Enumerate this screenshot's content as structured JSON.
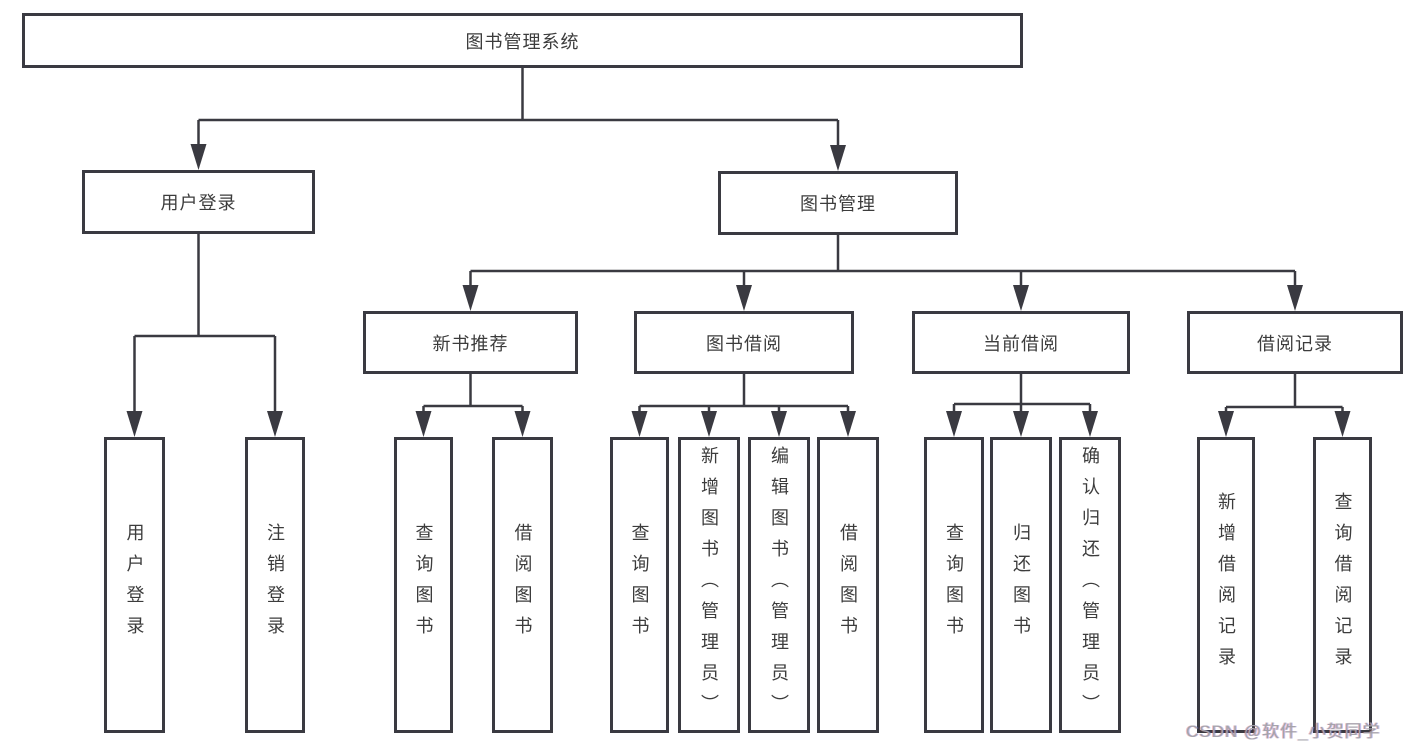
{
  "diagram": {
    "title": "图书管理系统",
    "watermark": "CSDN @软件_小贺同学",
    "colors": {
      "line": "#3a3a41",
      "text": "#3c3c3c",
      "background": "#ffffff",
      "watermark": "#a4a4ab"
    },
    "nodes": [
      {
        "id": "root",
        "label": "图书管理系统",
        "level": 1,
        "parent": null
      },
      {
        "id": "user-login",
        "label": "用户登录",
        "level": 2,
        "parent": "root"
      },
      {
        "id": "book-management",
        "label": "图书管理",
        "level": 2,
        "parent": "root"
      },
      {
        "id": "new-book-recommend",
        "label": "新书推荐",
        "level": 3,
        "parent": "book-management"
      },
      {
        "id": "book-borrowing",
        "label": "图书借阅",
        "level": 3,
        "parent": "book-management"
      },
      {
        "id": "current-borrowing",
        "label": "当前借阅",
        "level": 3,
        "parent": "book-management"
      },
      {
        "id": "borrowing-records",
        "label": "借阅记录",
        "level": 3,
        "parent": "book-management"
      },
      {
        "id": "login-user",
        "label": "用户登录",
        "level": 4,
        "parent": "user-login"
      },
      {
        "id": "login-logout",
        "label": "注销登录",
        "level": 4,
        "parent": "user-login"
      },
      {
        "id": "rec-query-book",
        "label": "查询图书",
        "level": 4,
        "parent": "new-book-recommend"
      },
      {
        "id": "rec-borrow-book",
        "label": "借阅图书",
        "level": 4,
        "parent": "new-book-recommend"
      },
      {
        "id": "bor-query-book",
        "label": "查询图书",
        "level": 4,
        "parent": "book-borrowing"
      },
      {
        "id": "bor-add-book",
        "label": "新增图书（管理员）",
        "level": 4,
        "parent": "book-borrowing"
      },
      {
        "id": "bor-edit-book",
        "label": "编辑图书（管理员）",
        "level": 4,
        "parent": "book-borrowing"
      },
      {
        "id": "bor-borrow-book",
        "label": "借阅图书",
        "level": 4,
        "parent": "book-borrowing"
      },
      {
        "id": "cur-query-book",
        "label": "查询图书",
        "level": 4,
        "parent": "current-borrowing"
      },
      {
        "id": "cur-return-book",
        "label": "归还图书",
        "level": 4,
        "parent": "current-borrowing"
      },
      {
        "id": "cur-confirm-return",
        "label": "确认归还（管理员）",
        "level": 4,
        "parent": "current-borrowing"
      },
      {
        "id": "record-add",
        "label": "新增借阅记录",
        "level": 4,
        "parent": "borrowing-records"
      },
      {
        "id": "record-query",
        "label": "查询借阅记录",
        "level": 4,
        "parent": "borrowing-records"
      }
    ]
  }
}
